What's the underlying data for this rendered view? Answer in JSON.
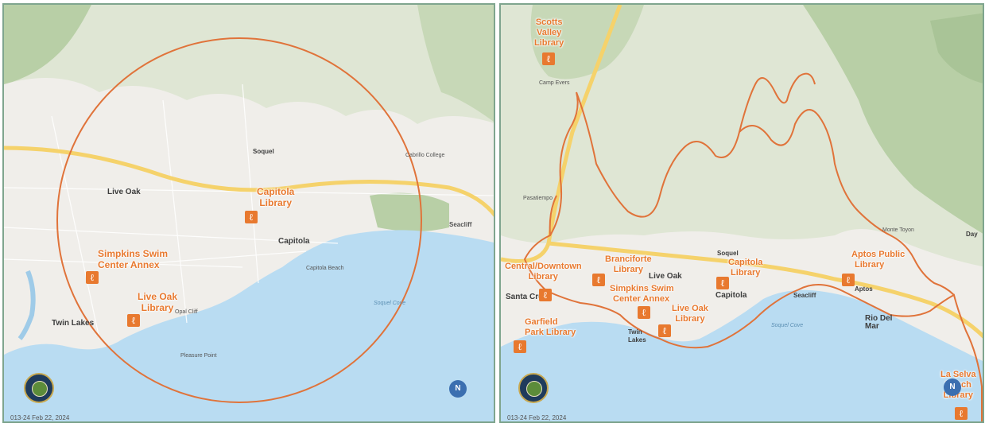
{
  "left_map": {
    "libraries": [
      {
        "line1": "Capitola",
        "line2": "Library"
      },
      {
        "line1": "Simpkins Swim",
        "line2": "Center Annex"
      },
      {
        "line1": "Live Oak",
        "line2": "Library"
      }
    ],
    "places": {
      "live_oak": "Live Oak",
      "soquel": "Soquel",
      "capitola": "Capitola",
      "twin_lakes": "Twin Lakes",
      "opal_cliff": "Opal Cliff",
      "seacliff": "Seacliff",
      "soquel_cove": "Soquel Cove",
      "pleasure_point": "Pleasure Point",
      "capitola_beach": "Capitola Beach",
      "cabrillo_college": "Cabrillo College"
    },
    "footer": "013-24 Feb 22, 2024",
    "compass_letter": "N"
  },
  "right_map": {
    "libraries": [
      {
        "line1": "Scotts",
        "line2": "Valley",
        "line3": "Library"
      },
      {
        "line1": "Central/Downtown",
        "line2": "Library"
      },
      {
        "line1": "Branciforte",
        "line2": "Library"
      },
      {
        "line1": "Simpkins Swim",
        "line2": "Center Annex"
      },
      {
        "line1": "Capitola",
        "line2": "Library"
      },
      {
        "line1": "Live Oak",
        "line2": "Library"
      },
      {
        "line1": "Garfield",
        "line2": "Park Library"
      },
      {
        "line1": "Aptos Public",
        "line2": "Library"
      },
      {
        "line1": "La Selva",
        "line2": "Beach",
        "line3": "Library"
      }
    ],
    "places": {
      "live_oak": "Live Oak",
      "soquel": "Soquel",
      "capitola": "Capitola",
      "seacliff": "Seacliff",
      "aptos": "Aptos",
      "rio_del_mar": "Rio Del Mar",
      "twin_lakes": "Twin Lakes",
      "santa_cruz": "Santa Cruz",
      "camp_evers": "Camp Evers",
      "soquel_cove": "Soquel Cove",
      "pasatiempo": "Pasatiempo",
      "monte_toyon": "Monte Toyon",
      "day_valley": "Day"
    },
    "footer": "013-24 Feb 22, 2024",
    "compass_letter": "N"
  },
  "colors": {
    "library_orange": "#e8792f",
    "ocean": "#b9dcf2",
    "land": "#f0eeea",
    "forest": "#b8cfa6",
    "highway": "#f5d26b"
  }
}
